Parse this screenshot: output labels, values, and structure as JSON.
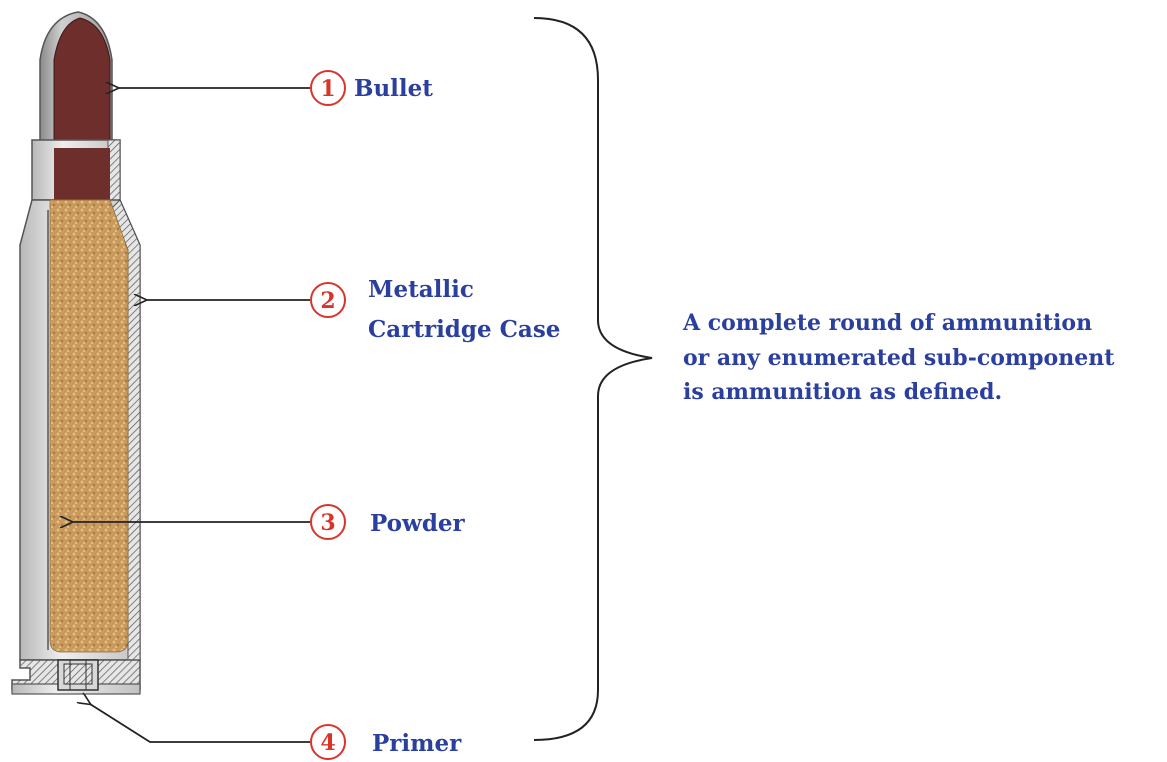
{
  "components": [
    {
      "number": "1",
      "label_lines": [
        "Bullet"
      ]
    },
    {
      "number": "2",
      "label_lines": [
        "Metallic",
        "Cartridge Case"
      ]
    },
    {
      "number": "3",
      "label_lines": [
        "Powder"
      ]
    },
    {
      "number": "4",
      "label_lines": [
        "Primer"
      ]
    }
  ],
  "summary": {
    "lines": [
      "A complete round of ammunition",
      "or any enumerated sub-component",
      "is ammunition as defined."
    ]
  },
  "colors": {
    "label_text": "#2b3f9e",
    "number_text": "#d8352a",
    "circle_stroke": "#d8352a",
    "bullet": "#6e2e2b",
    "powder": "#c99a5c",
    "casing": "#c9c9c9",
    "line": "#222222"
  }
}
